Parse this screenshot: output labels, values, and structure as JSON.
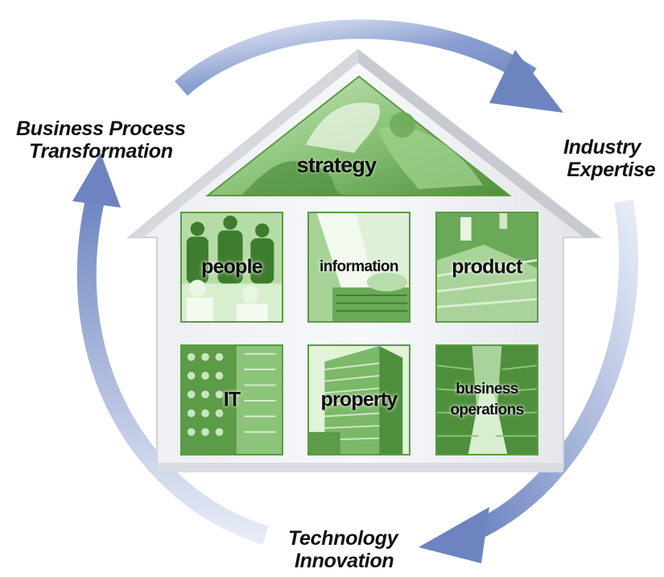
{
  "cycle": {
    "top_left": [
      "Business Process",
      "Transformation"
    ],
    "top_right": [
      "Industry",
      "Expertise"
    ],
    "bottom": [
      "Technology",
      "Innovation"
    ]
  },
  "roof": {
    "label": "strategy"
  },
  "rooms": [
    {
      "id": "people",
      "label": "people"
    },
    {
      "id": "information",
      "label": "information"
    },
    {
      "id": "product",
      "label": "product"
    },
    {
      "id": "it",
      "label": "IT"
    },
    {
      "id": "property",
      "label": "property"
    },
    {
      "id": "business-operations",
      "label_lines": [
        "business",
        "operations"
      ]
    }
  ],
  "colors": {
    "arrow": "#7f95c9",
    "house_frame": "#e4e6e9",
    "tile_green": "#5b9a45",
    "tile_light": "#a9d39a"
  }
}
